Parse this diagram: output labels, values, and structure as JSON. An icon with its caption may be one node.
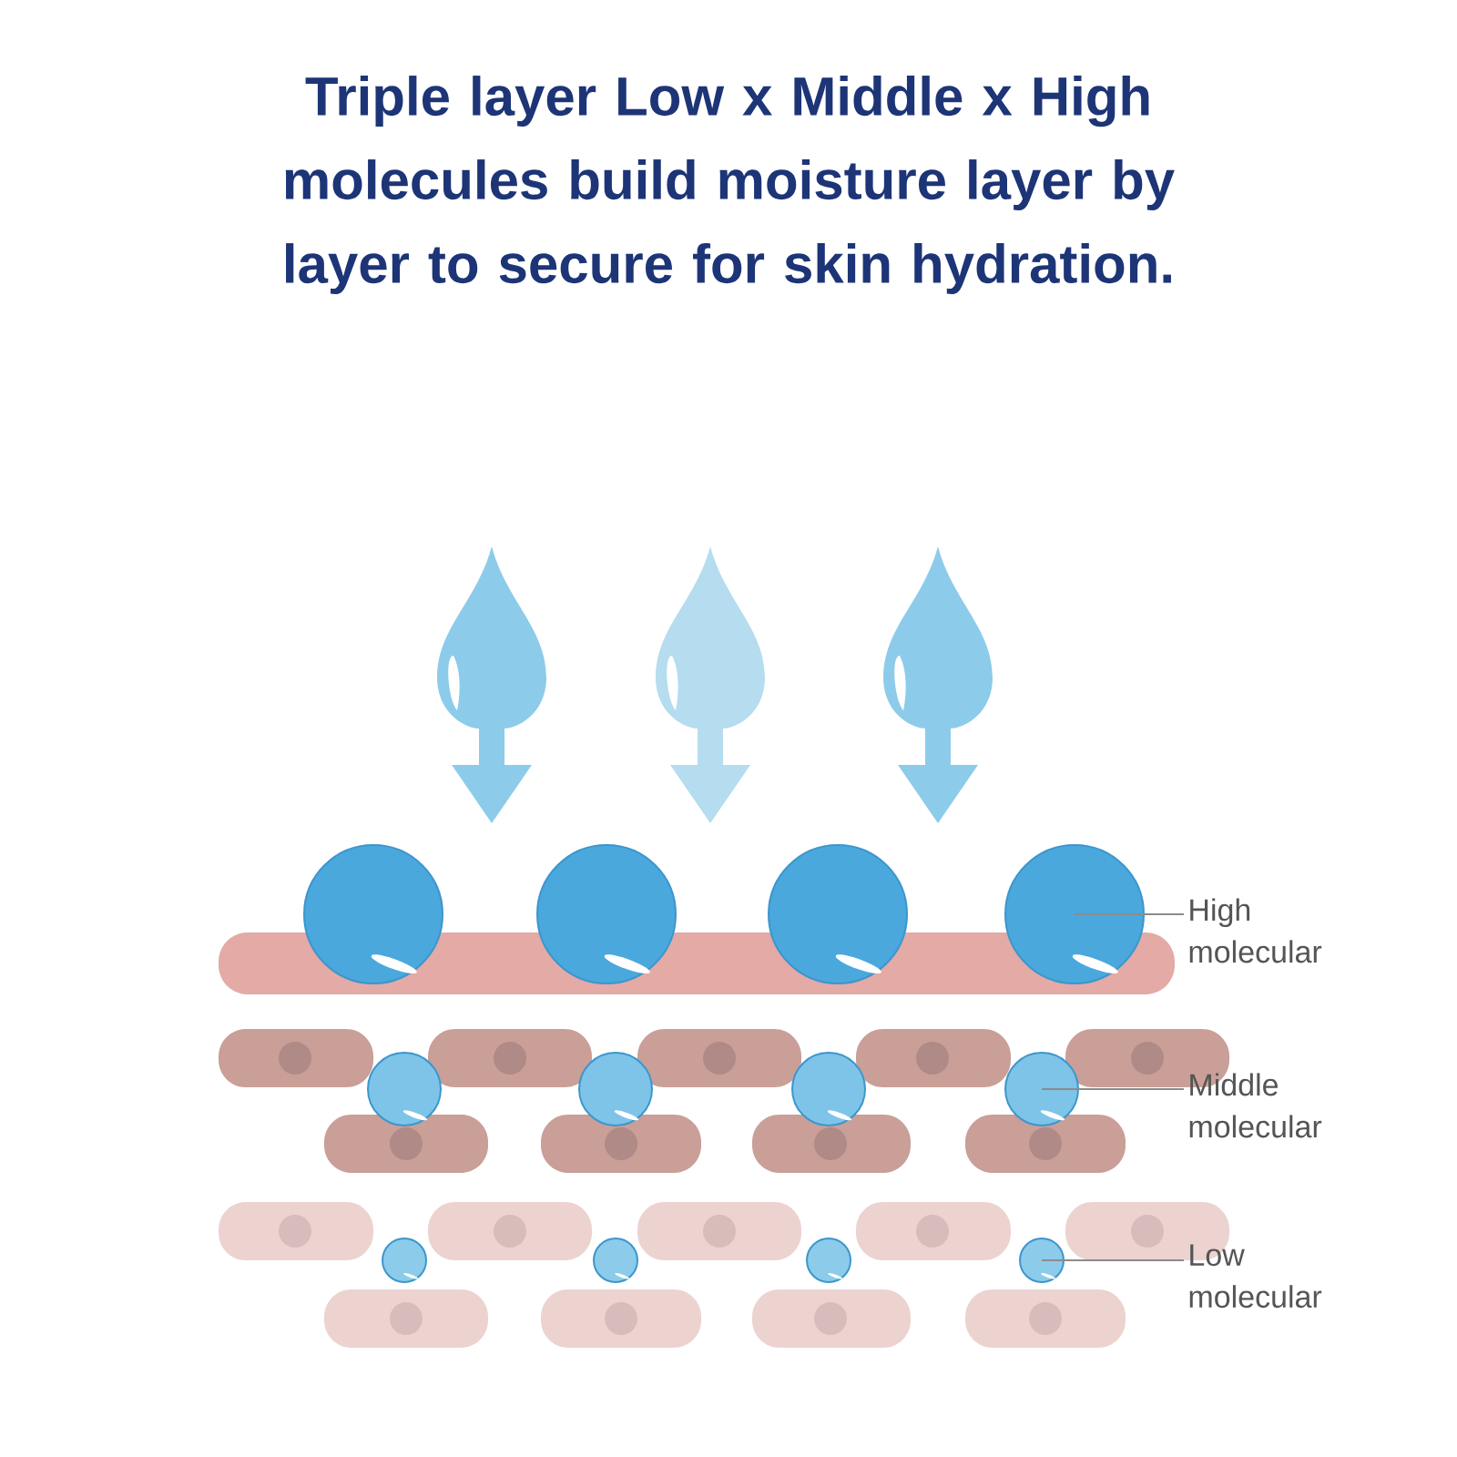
{
  "diagram": {
    "title": "Triple layer Low x Middle x High molecules build moisture layer by layer to secure for skin hydration.",
    "nodes": [
      {
        "text": [],
        "shape": "circle"
      },
      {
        "text": [],
        "shape": "circle"
      },
      {
        "text": [],
        "shape": "circle"
      },
      {
        "text": [],
        "shape": "circle"
      },
      {
        "text": [],
        "shape": "bar"
      },
      {
        "text": [
          "High molecular"
        ]
      },
      {
        "text": [],
        "shape": "circle"
      },
      {
        "text": [],
        "shape": "circle"
      },
      {
        "text": [],
        "shape": "circle"
      },
      {
        "text": [],
        "shape": "circle"
      },
      {
        "text": [
          "Middle molecular"
        ]
      },
      {
        "text": [],
        "shape": "circle"
      },
      {
        "text": [],
        "shape": "circle"
      },
      {
        "text": [],
        "shape": "circle"
      },
      {
        "text": [],
        "shape": "circle"
      },
      {
        "text": [
          "Low molecular"
        ]
      }
    ],
    "edges": [
      {
        "from": 5,
        "to": 3,
        "arrow": "none"
      },
      {
        "from": 10,
        "to": 9,
        "arrow": "none"
      },
      {
        "from": 15,
        "to": 14,
        "arrow": "none"
      }
    ]
  }
}
